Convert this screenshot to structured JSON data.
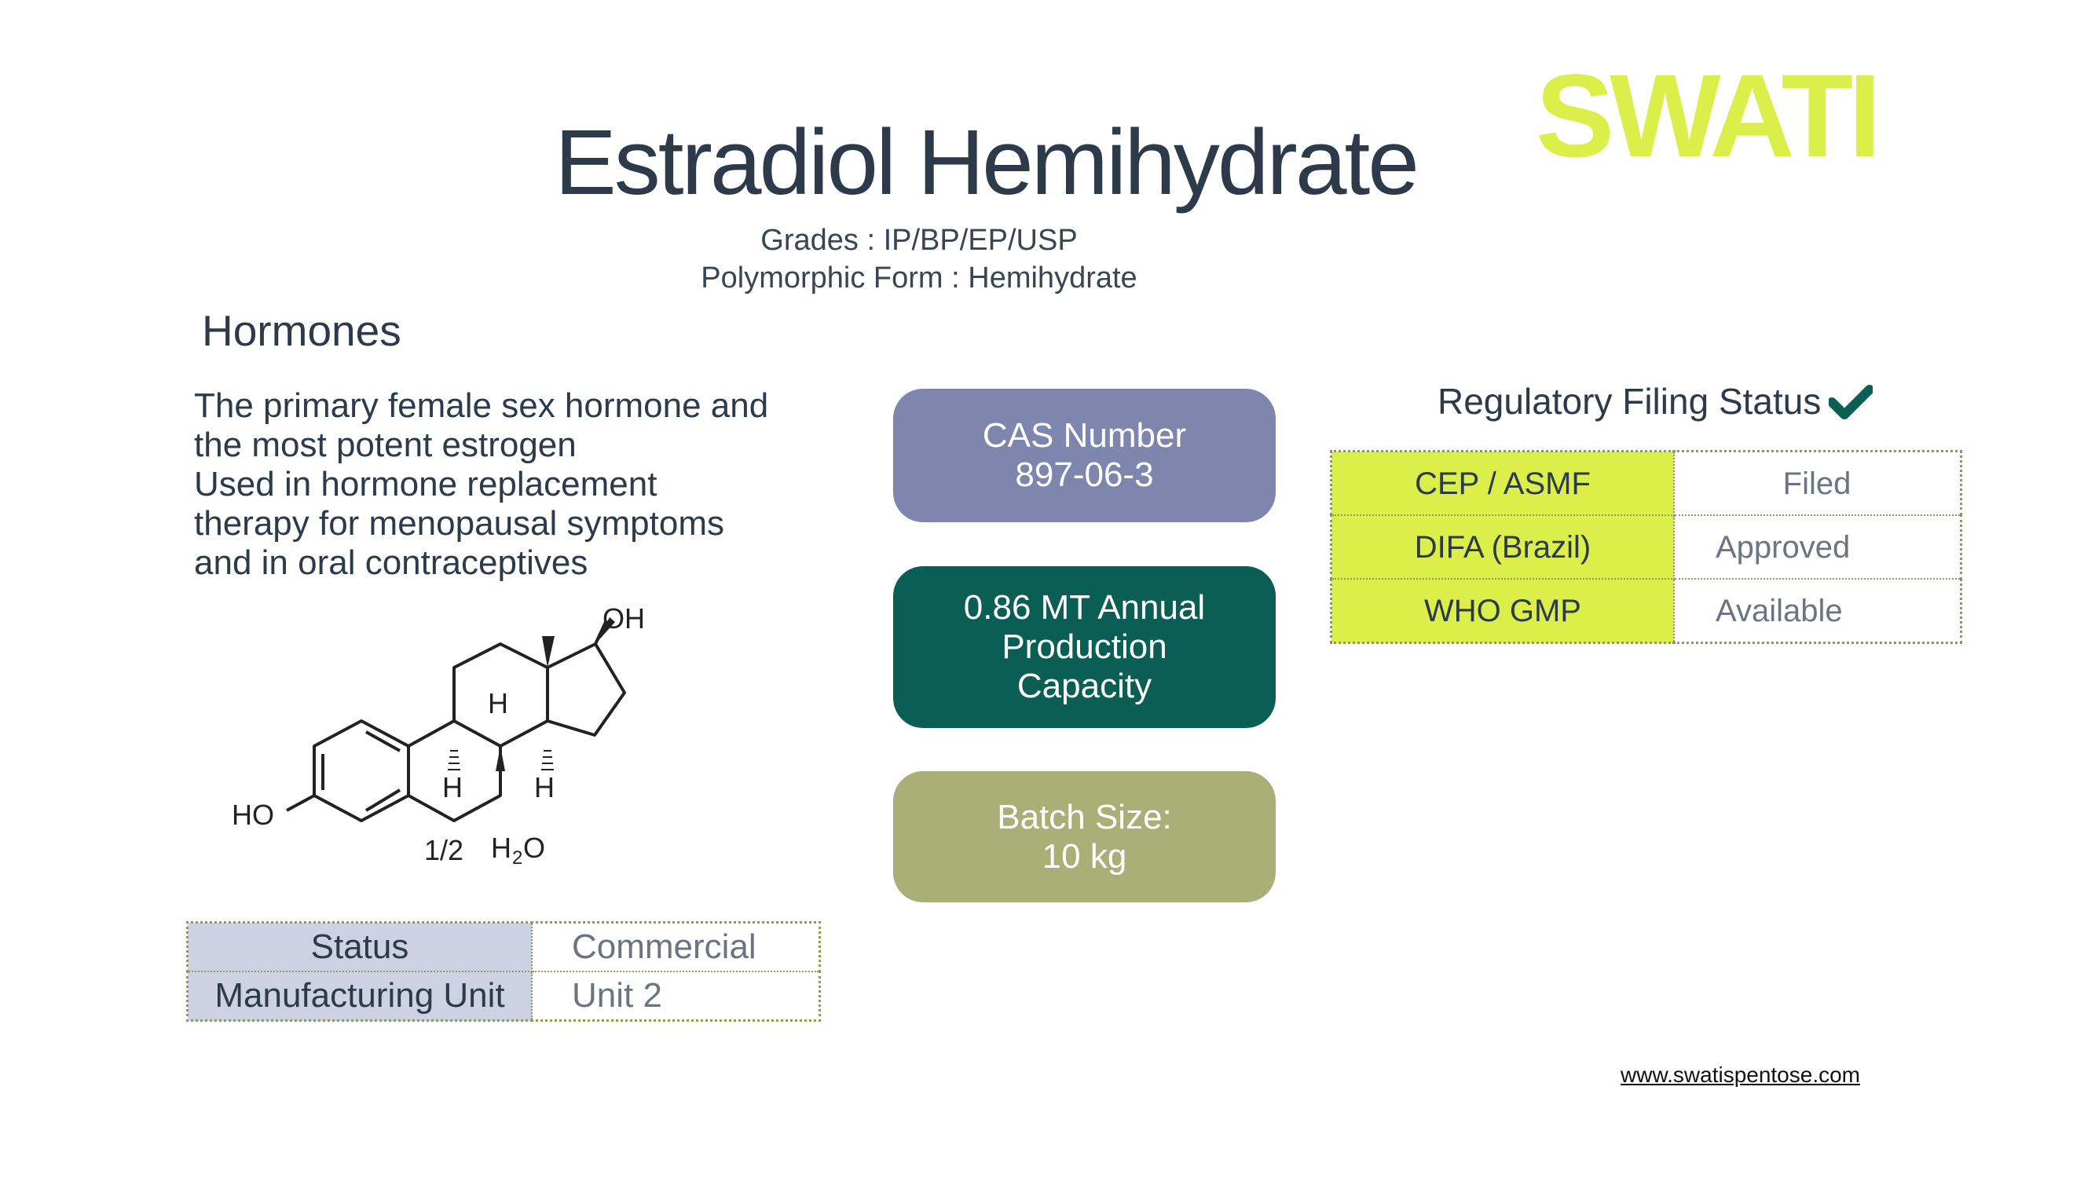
{
  "brand": {
    "logo_text": "SWATI",
    "accent_color": "#dcee4a"
  },
  "product": {
    "title": "Estradiol Hemihydrate",
    "grades": "Grades : IP/BP/EP/USP",
    "polymorphic_form": "Polymorphic Form : Hemihydrate",
    "category": "Hormones",
    "description_lines": [
      "The primary female sex hormone and",
      "the most potent estrogen",
      "Used in hormone replacement",
      "therapy for menopausal symptoms",
      "and in oral contraceptives"
    ]
  },
  "structure": {
    "labels": {
      "oh": "OH",
      "ho": "HO",
      "h1": "H",
      "h2": "H",
      "h3": "H",
      "hydrate_ratio": "1/2",
      "water": "H",
      "water_sub": "2",
      "water_o": "O"
    }
  },
  "status_table": {
    "rows": [
      {
        "key": "Status",
        "value": "Commercial"
      },
      {
        "key": "Manufacturing Unit",
        "value": "Unit 2"
      }
    ]
  },
  "cards": {
    "cas": {
      "line1": "CAS Number",
      "line2": "897-06-3",
      "color": "#7f86ae"
    },
    "capacity": {
      "line1": "0.86 MT Annual",
      "line2": "Production",
      "line3": "Capacity",
      "color": "#0b5e54"
    },
    "batch": {
      "line1": "Batch Size:",
      "line2": "10 kg",
      "color": "#aaaf78"
    }
  },
  "regulatory": {
    "title": "Regulatory Filing Status",
    "icon": "checkmark-icon",
    "rows": [
      {
        "key": "CEP / ASMF",
        "value": "Filed"
      },
      {
        "key": "DIFA (Brazil)",
        "value": "Approved"
      },
      {
        "key": "WHO GMP",
        "value": "Available"
      }
    ]
  },
  "footer": {
    "website": "www.swatispentose.com"
  }
}
